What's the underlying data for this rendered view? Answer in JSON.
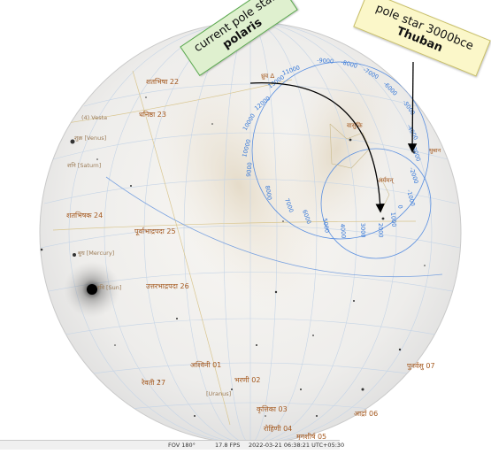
{
  "annotations": {
    "current_pole": {
      "line1": "current pole star",
      "line2": "polaris"
    },
    "pole_3000bce": {
      "line1": "pole star 3000bce",
      "line2": "Thuban"
    }
  },
  "nakshatras": [
    {
      "label": "शतभिषा 22"
    },
    {
      "label": "धनिष्ठा 23"
    },
    {
      "label": "शतभिषक 24"
    },
    {
      "label": "पूर्वाभाद्रपदा 25"
    },
    {
      "label": "उत्तरभाद्रपदा 26"
    },
    {
      "label": "अश्विनी 01"
    },
    {
      "label": "भरणी 02"
    },
    {
      "label": "रेवती 27"
    },
    {
      "label": "कृत्तिका 03"
    },
    {
      "label": "रोहिणी 04"
    },
    {
      "label": "मृगशीर्ष 05"
    },
    {
      "label": "आर्द्रा 06"
    },
    {
      "label": "पुनर्वसु 07"
    }
  ],
  "planets": [
    {
      "label": "(4) Vesta"
    },
    {
      "label": "शुक्र [Venus]"
    },
    {
      "label": "शनि [Saturn]"
    },
    {
      "label": "बुध [Mercury]"
    },
    {
      "label": "रवि [Sun]"
    },
    {
      "label": "[Uranus]"
    }
  ],
  "stars": [
    {
      "label": "ध्रुव Δ"
    },
    {
      "label": "वासुकि"
    },
    {
      "label": "अर्यमन्"
    },
    {
      "label": "थुबान"
    }
  ],
  "precession_labels": [
    "0",
    "-1000",
    "-2000",
    "-3000",
    "-4000",
    "-5000",
    "-6000",
    "-7000",
    "-8000",
    "-9000",
    "11000",
    "12000",
    "13000",
    "10000",
    "10000",
    "9000",
    "8000",
    "7000",
    "6000",
    "5000",
    "4000",
    "3000",
    "2000",
    "1000"
  ],
  "status_bar": {
    "fov": "FOV 180°",
    "fps": "17.8 FPS",
    "datetime": "2022-03-21 06:38:21 UTC+05:30"
  },
  "colors": {
    "nakshatra_label": "#a4581e",
    "precession_circle": "#2f74d8",
    "grid": "#c5d4e6",
    "arrow": "#000000"
  }
}
